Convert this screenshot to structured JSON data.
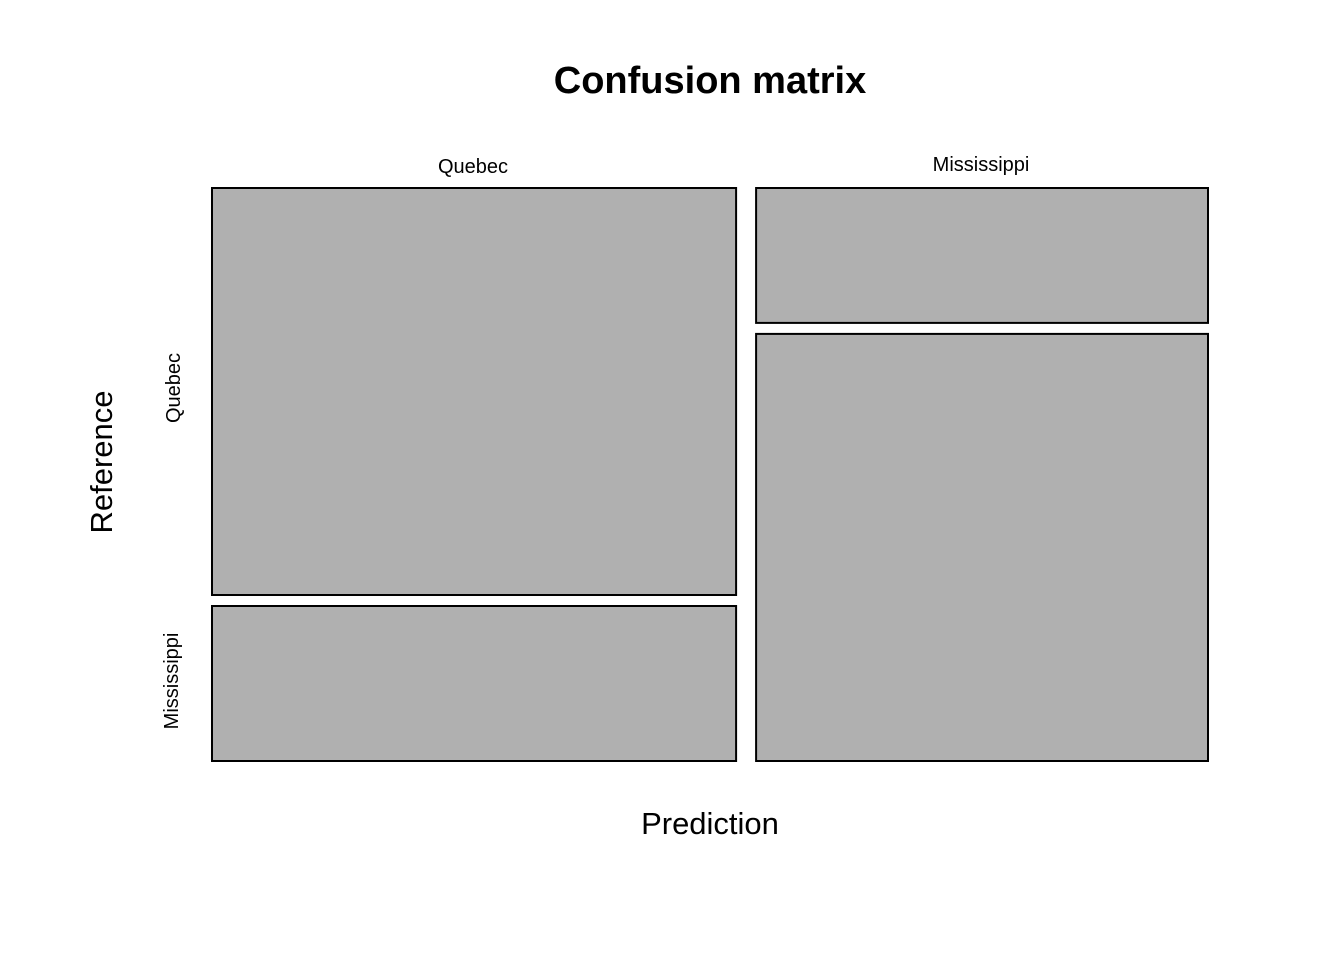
{
  "chart_data": {
    "type": "mosaic",
    "title": "Confusion matrix",
    "xlabel": "Prediction",
    "ylabel": "Reference",
    "x_categories": [
      "Quebec",
      "Mississippi"
    ],
    "y_categories": [
      "Quebec",
      "Mississippi"
    ],
    "cells": [
      {
        "prediction": "Quebec",
        "reference": "Quebec",
        "value": 21
      },
      {
        "prediction": "Quebec",
        "reference": "Mississippi",
        "value": 8
      },
      {
        "prediction": "Mississippi",
        "reference": "Quebec",
        "value": 6
      },
      {
        "prediction": "Mississippi",
        "reference": "Mississippi",
        "value": 19
      }
    ],
    "fill_color": "#b0b0b0",
    "stroke_color": "#000000",
    "grid": false,
    "legend": "none"
  }
}
